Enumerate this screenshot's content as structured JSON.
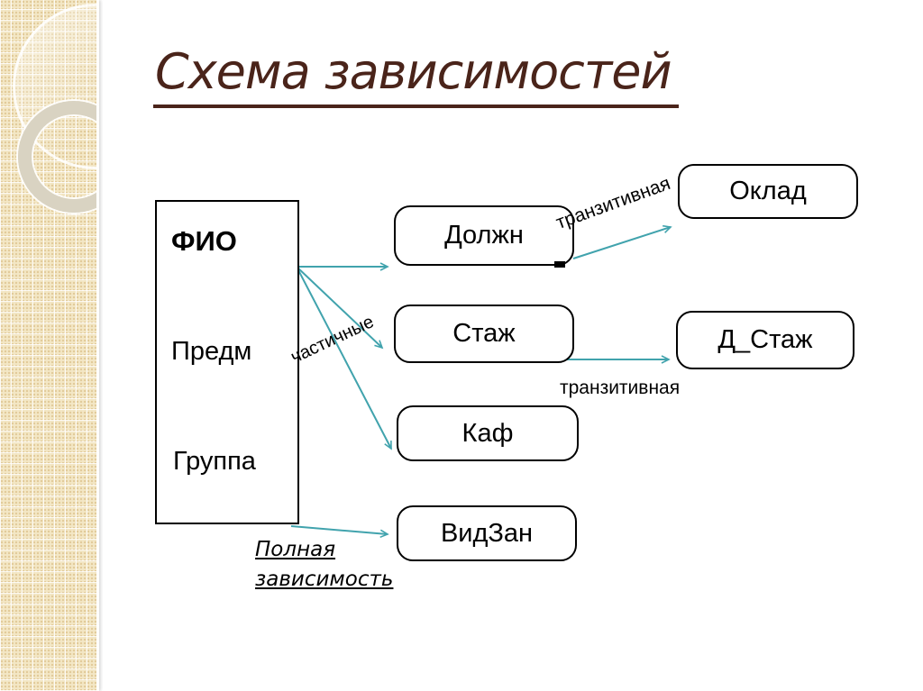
{
  "title": "Схема зависимостей",
  "entity": {
    "fields": [
      "ФИО",
      "Предм",
      "Группа"
    ]
  },
  "nodes": {
    "dolzhn": "Должн",
    "oklad": "Оклад",
    "stazh": "Стаж",
    "dstazh": "Д_Стаж",
    "kaf": "Каф",
    "vidzan": "ВидЗан"
  },
  "labels": {
    "transitive_top": "транзитивная",
    "transitive_bottom": "транзитивная",
    "partial": "частичные",
    "full_line1": "Полная",
    "full_line2": "зависимость"
  },
  "colors": {
    "arrow": "#41a3ad",
    "title": "#4a241a",
    "sidebar_background": "#f3e7c6",
    "box_border": "#000000"
  }
}
